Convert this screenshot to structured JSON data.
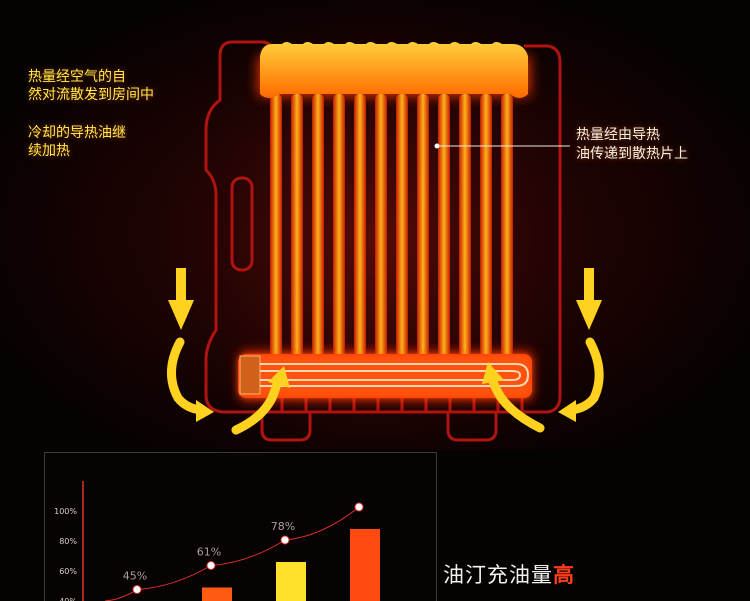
{
  "callouts": {
    "top_left_line1": "热量经空气的自",
    "top_left_line2": "然对流散发到房间中",
    "mid_left_line1": "冷却的导热油继",
    "mid_left_line2": "续加热",
    "right_line1": "热量经由导热",
    "right_line2": "油传递到散热片上"
  },
  "caption": {
    "prefix": "油汀充油量",
    "highlight": "高"
  },
  "colors": {
    "glow": "#ff3a00",
    "fin_core": "#ffd23a",
    "arrow": "#ffd21f",
    "curve": "#e0302a"
  },
  "chart_data": {
    "type": "bar",
    "categories": [
      "",
      "",
      "",
      ""
    ],
    "values": [
      45,
      61,
      78,
      100
    ],
    "value_labels": [
      "45%",
      "61%",
      "78%",
      ""
    ],
    "yticks": [
      "40%",
      "60%",
      "80%",
      "100%"
    ],
    "ytick_values": [
      40,
      60,
      80,
      100
    ],
    "ylim": [
      40,
      100
    ],
    "bar_colors": [
      "#ff6a00",
      "#ff5a14",
      "#ffe02a",
      "#ff4a12"
    ]
  }
}
